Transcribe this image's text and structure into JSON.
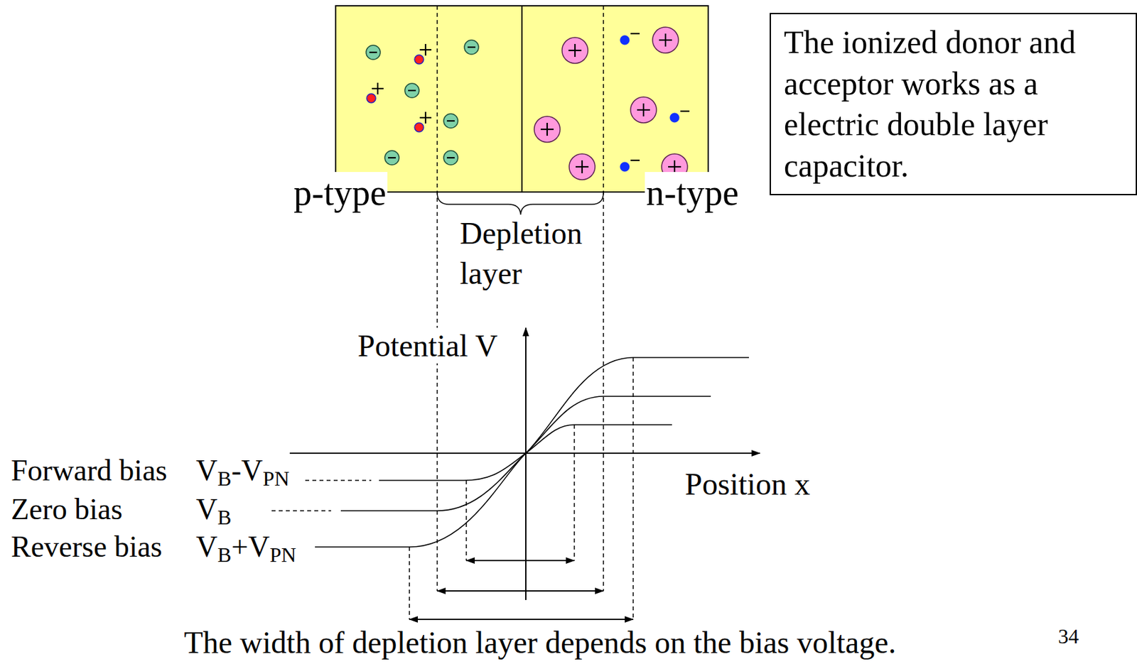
{
  "diagram": {
    "caption": "The width of depletion layer depends on the bias voltage.",
    "nodes": [
      {
        "text": [
          "The ionized donor and acceptor works as a electric double layer capacitor."
        ]
      }
    ],
    "labels": [
      "p-type",
      "n-type",
      "Depletion layer",
      "Potential V",
      "Position x",
      "Forward bias",
      "VB-VPN",
      "Zero bias",
      "VB",
      "Reverse bias",
      "VB+VPN",
      "34"
    ]
  }
}
